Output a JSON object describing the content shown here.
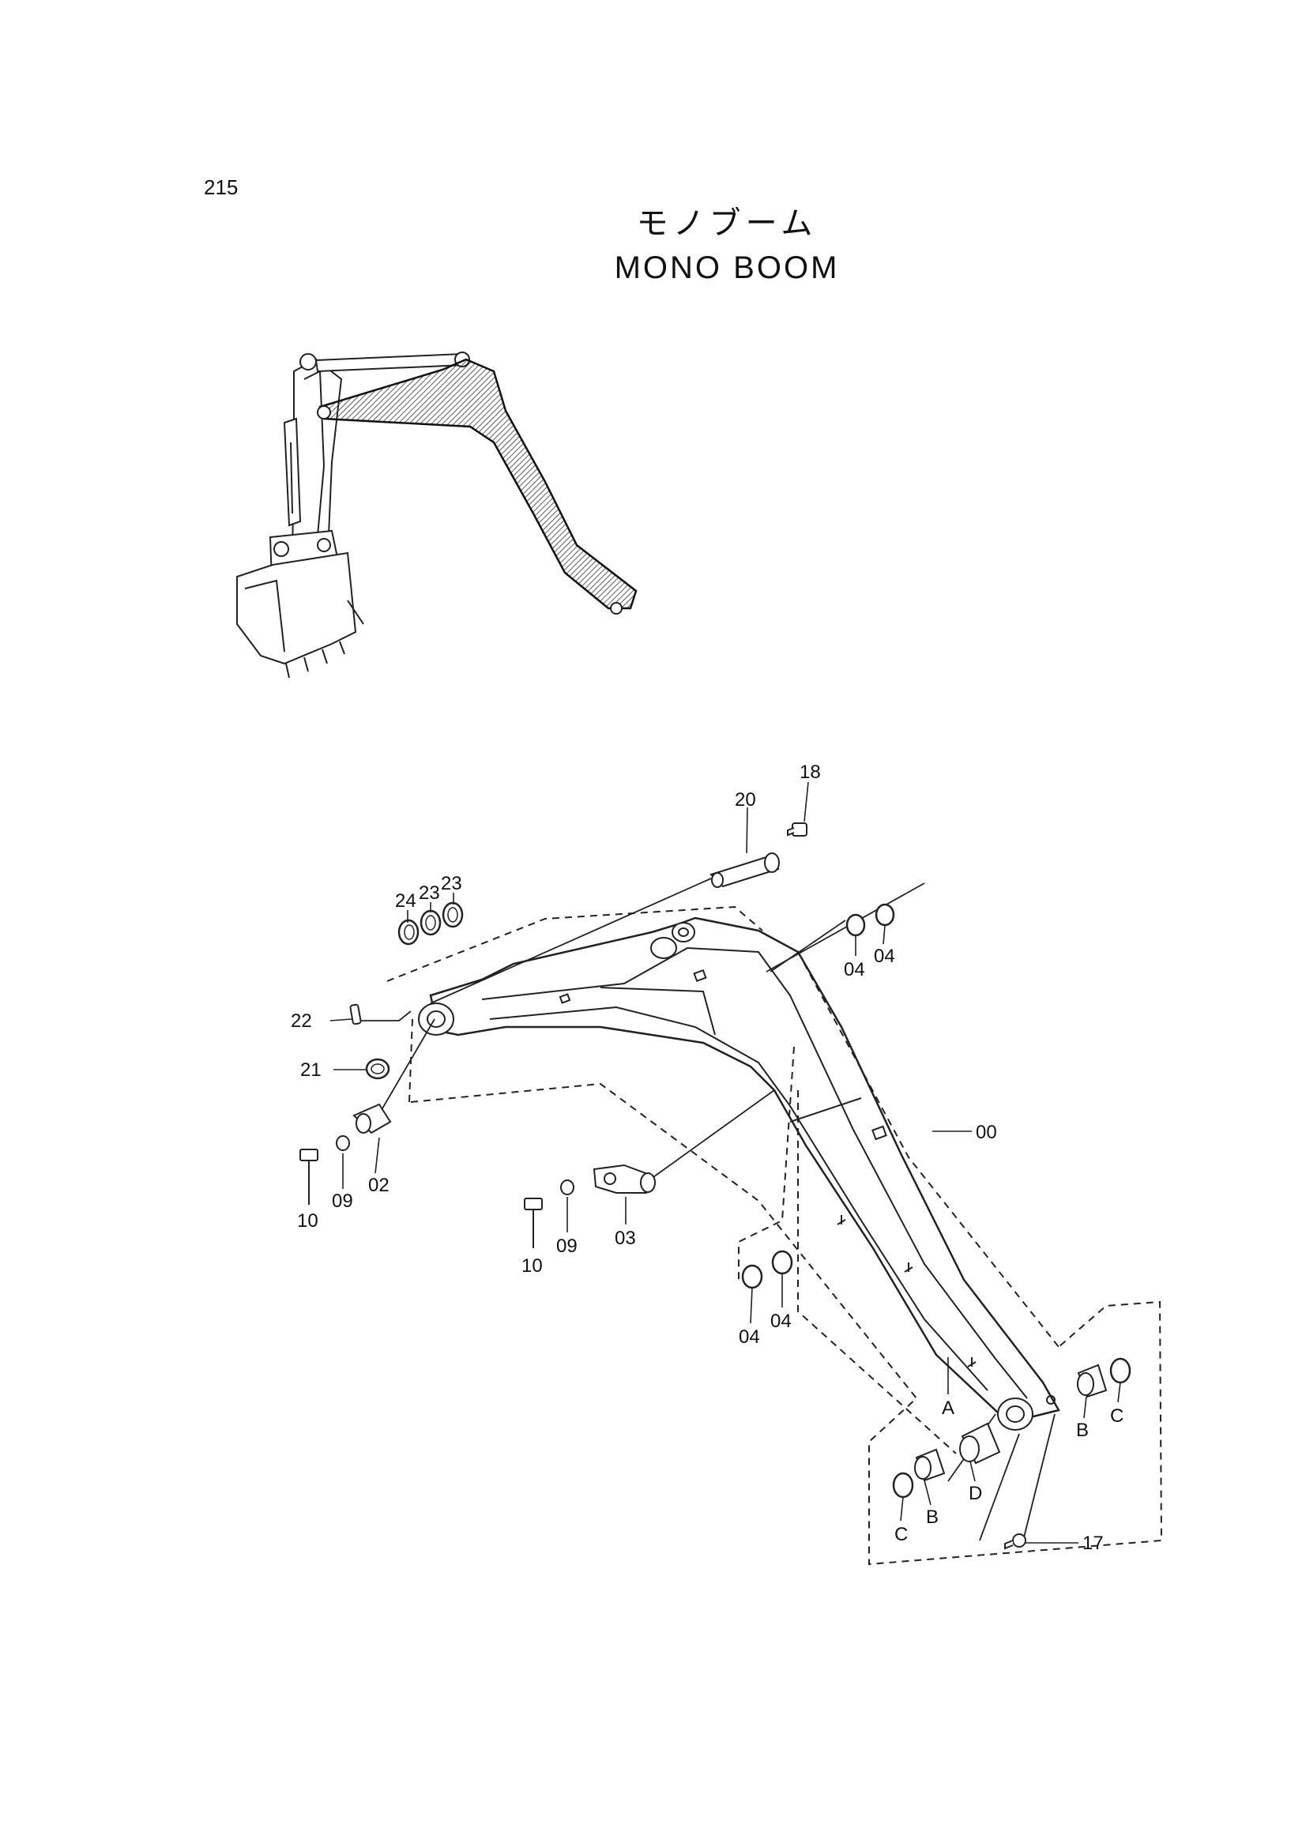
{
  "page": {
    "number": "215",
    "title_jp": "モノブーム",
    "title_en": "MONO  BOOM"
  },
  "callouts": {
    "c00": "00",
    "c02": "02",
    "c03": "03",
    "c04a": "04",
    "c04b": "04",
    "c04c": "04",
    "c04d": "04",
    "c09a": "09",
    "c09b": "09",
    "c10a": "10",
    "c10b": "10",
    "c17": "17",
    "c18": "18",
    "c20": "20",
    "c21": "21",
    "c22": "22",
    "c23a": "23",
    "c23b": "23",
    "c24": "24",
    "cA": "A",
    "cB1": "B",
    "cB2": "B",
    "cC1": "C",
    "cC2": "C",
    "cD": "D"
  }
}
